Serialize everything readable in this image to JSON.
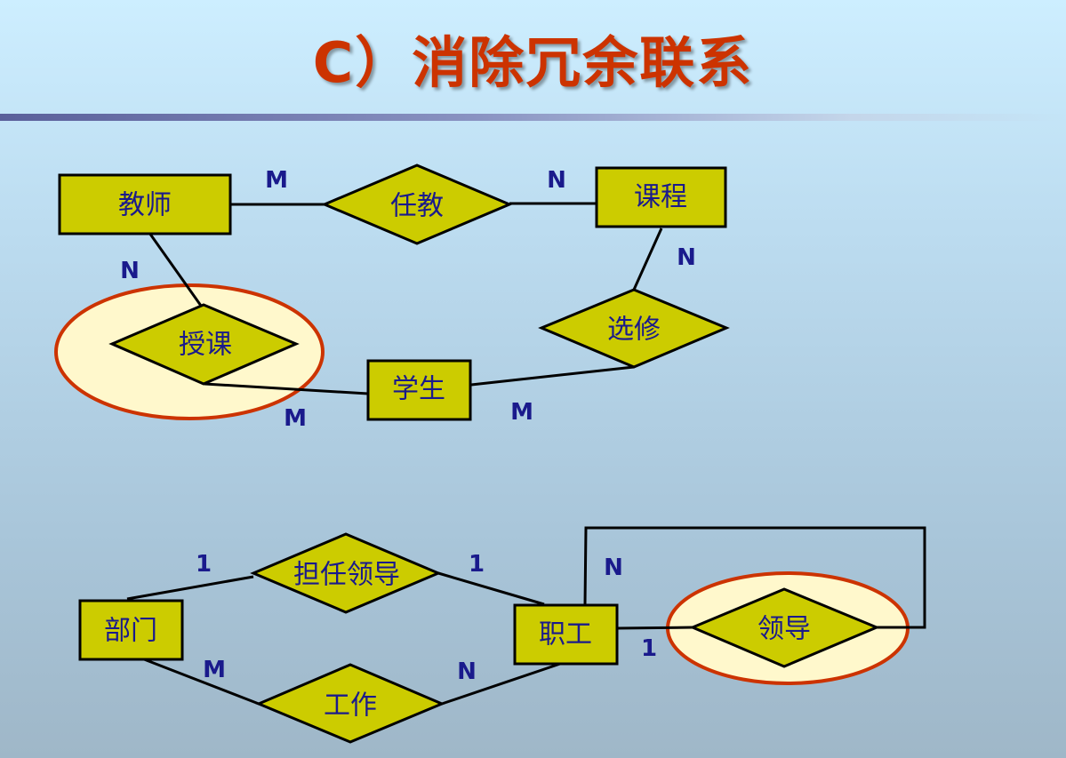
{
  "title": "C）消除冗余联系",
  "diagram1": {
    "entities": {
      "teacher": "教师",
      "course": "课程",
      "student": "学生"
    },
    "relationships": {
      "teaches_assigned": "任教",
      "lectures": "授课",
      "elective": "选修"
    },
    "cardinalities": {
      "teacher_teaches_assigned": "M",
      "course_teaches_assigned": "N",
      "teacher_lectures": "N",
      "student_lectures": "M",
      "course_elective": "N",
      "student_elective": "M"
    }
  },
  "diagram2": {
    "entities": {
      "department": "部门",
      "employee": "职工"
    },
    "relationships": {
      "serve_as_leader": "担任领导",
      "work": "工作",
      "lead": "领导"
    },
    "cardinalities": {
      "department_serve_as_leader": "1",
      "employee_serve_as_leader": "1",
      "department_work": "M",
      "employee_work": "N",
      "employee_lead_n": "N",
      "employee_lead_1": "1"
    }
  },
  "colors": {
    "title": "#cc3300",
    "shape_fill": "#cccc00",
    "label_text": "#1a1a8c",
    "highlight_fill": "#fff8cc",
    "highlight_stroke": "#cc3300"
  }
}
